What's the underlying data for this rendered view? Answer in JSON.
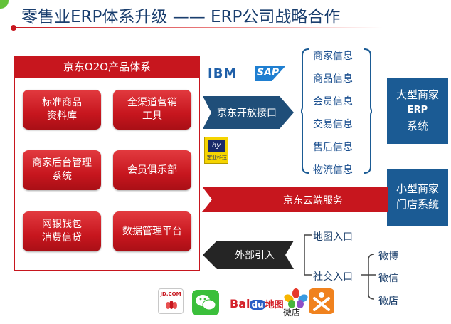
{
  "title": "零售业ERP体系升级 —— ERP公司战略合作",
  "o2o_panel": {
    "header": "京东O2O产品体系",
    "products": [
      "标准商品\n资料库",
      "全渠道营销\n工具",
      "商家后台管理\n系统",
      "会员俱乐部",
      "网银钱包\n消费信贷",
      "数据管理平台"
    ]
  },
  "partner_logos": {
    "ibm": "IBM",
    "sap": "SAP",
    "hy_mark": "hy",
    "hy_text": "宏业科技"
  },
  "jd_api": "京东开放接口",
  "info_items": [
    "商家信息",
    "商品信息",
    "会员信息",
    "交易信息",
    "售后信息",
    "物流信息"
  ],
  "large_merchant": {
    "line1": "大型商家",
    "line2": "ERP",
    "line3": "系统"
  },
  "small_merchant": {
    "line1": "小型商家",
    "line2": "门店系统"
  },
  "cloud_service": "京东云端服务",
  "external": "外部引入",
  "entries": {
    "map": "地图入口",
    "social": "社交入口",
    "social_children": [
      "微博",
      "微信",
      "微店"
    ]
  },
  "bottom_logos": {
    "jd": "JD.COM",
    "baidu_text": "Bai",
    "baidu_paw": "du",
    "baidu_map": "地图",
    "weidian": "微店"
  },
  "colors": {
    "red": "#c7161e",
    "blue": "#1b5b94",
    "dark": "#252525",
    "arrow_blue": "#1f4e79"
  }
}
